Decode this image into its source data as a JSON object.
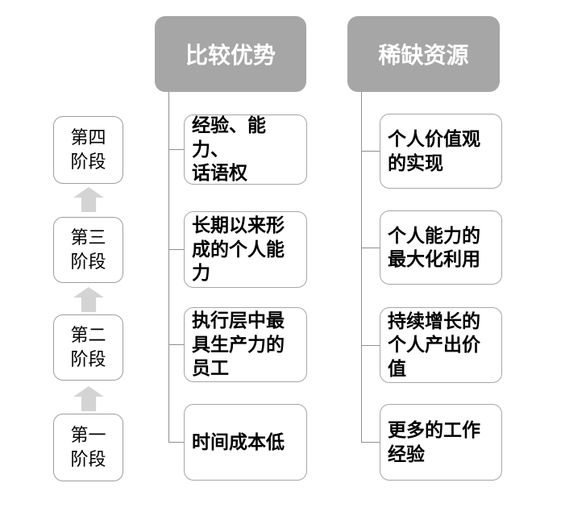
{
  "diagram": {
    "type": "smartart-hierarchy",
    "stages": [
      {
        "label": "第四\n阶段"
      },
      {
        "label": "第三\n阶段"
      },
      {
        "label": "第二\n阶段"
      },
      {
        "label": "第一\n阶段"
      }
    ],
    "columns": [
      {
        "header": "比较优势",
        "items": [
          "经验、能力、\n话语权",
          "长期以来形\n成的个人能\n力",
          "执行层中最\n具生产力的\n员工",
          "时间成本低"
        ]
      },
      {
        "header": "稀缺资源",
        "items": [
          "个人价值观\n的实现",
          "个人能力的\n最大化利用",
          "持续增长的\n个人产出价\n值",
          "更多的工作\n经验"
        ]
      }
    ],
    "colors": {
      "header_bg": "#a6a6a6",
      "header_text": "#ffffff",
      "box_border": "#a6a6a6",
      "stage_border": "#9e9e9e",
      "box_text": "#000000",
      "arrow_fill": "#d4d4d4",
      "connector_line": "#8f8f8f",
      "background": "#ffffff"
    }
  }
}
